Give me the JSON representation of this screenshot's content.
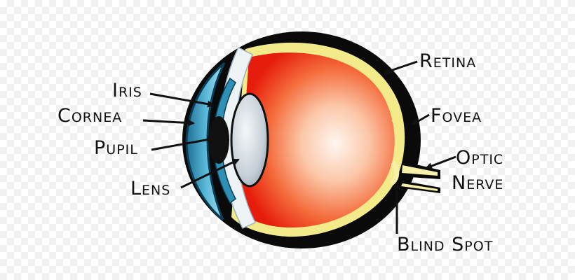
{
  "labels": {
    "retina": "Retina",
    "fovea": "Fovea",
    "optic_nerve_line1": "Optic",
    "optic_nerve_line2": "Nerve",
    "blind_spot": "Blind Spot",
    "iris": "Iris",
    "cornea": "Cornea",
    "pupil": "Pupil",
    "lens": "Lens"
  },
  "colors": {
    "sclera_outline": "#0a0a0a",
    "retina_yellow": "#f3ea8a",
    "vitreous_red": "#e8200e",
    "vitreous_light": "#fde4d6",
    "iris_blue": "#4aa7c9",
    "lens_gray": "#cfd6dc",
    "pupil_black": "#111111",
    "arrow": "#111111"
  }
}
